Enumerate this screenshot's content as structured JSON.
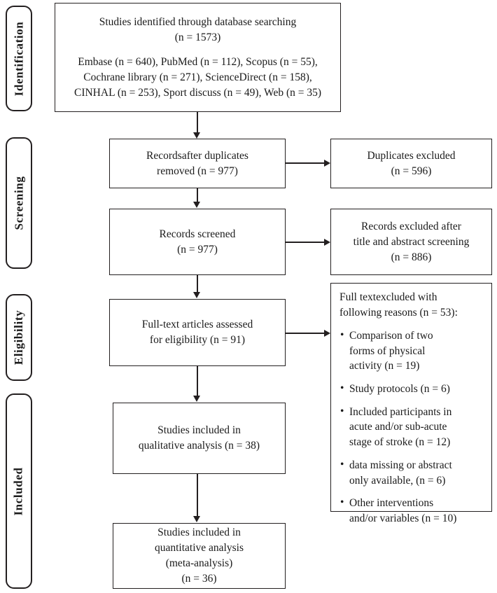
{
  "diagram": {
    "type": "prisma-flow-diagram",
    "title": "PRISMA Flow Diagram",
    "line_color": "#231f20",
    "background": "#ffffff"
  },
  "stages": [
    {
      "id": "identification",
      "label": "Identification"
    },
    {
      "id": "screening",
      "label": "Screening"
    },
    {
      "id": "eligibility",
      "label": "Eligibility"
    },
    {
      "id": "included",
      "label": "Included"
    }
  ],
  "boxes": {
    "identified": {
      "lines": [
        "Studies identified through database searching",
        "(n = 1573)"
      ],
      "sources_lines": [
        "Embase (n = 640), PubMed (n = 112), Scopus (n = 55),",
        "Cochrane library (n = 271), ScienceDirect (n = 158),",
        "CINHAL (n = 253), Sport discuss (n = 49), Web (n = 35)"
      ]
    },
    "duplicates_removed": {
      "lines": [
        "Recordsafter duplicates",
        "removed (n = 977)"
      ]
    },
    "duplicates_excluded": {
      "lines": [
        "Duplicates excluded",
        "(n = 596)"
      ]
    },
    "records_screened": {
      "lines": [
        "Records screened",
        "(n = 977)"
      ]
    },
    "records_excluded": {
      "lines": [
        "Records excluded after",
        "title and abstract screening",
        "(n = 886)"
      ]
    },
    "fulltext_assessed": {
      "lines": [
        "Full-text articles assessed",
        "for eligibility (n = 91)"
      ]
    },
    "fulltext_excluded": {
      "heading_lines": [
        "Full textexcluded with",
        "following reasons (n = 53):"
      ],
      "bullet": "•",
      "reasons": [
        {
          "lines": [
            "Comparison of two",
            "forms of physical",
            "activity (n = 19)"
          ]
        },
        {
          "lines": [
            "Study protocols (n = 6)"
          ]
        },
        {
          "lines": [
            "Included participants in",
            "acute and/or sub-acute",
            "stage of stroke (n = 12)"
          ]
        },
        {
          "lines": [
            "data missing or abstract",
            "only available, (n = 6)"
          ]
        },
        {
          "lines": [
            "Other interventions",
            "and/or variables (n = 10)"
          ]
        }
      ]
    },
    "qualitative": {
      "lines": [
        "Studies included in",
        "qualitative analysis (n = 38)"
      ]
    },
    "quantitative": {
      "lines": [
        "Studies included in",
        "quantitative analysis",
        "(meta-analysis)",
        "(n = 36)"
      ]
    }
  },
  "chart_data": {
    "type": "diagram",
    "title": "PRISMA study selection flow",
    "nodes": [
      {
        "id": "identified",
        "stage": "Identification",
        "label": "Studies identified through database searching",
        "n": 1573
      },
      {
        "id": "embase",
        "stage": "Identification",
        "label": "Embase",
        "n": 640
      },
      {
        "id": "pubmed",
        "stage": "Identification",
        "label": "PubMed",
        "n": 112
      },
      {
        "id": "scopus",
        "stage": "Identification",
        "label": "Scopus",
        "n": 55
      },
      {
        "id": "cochrane",
        "stage": "Identification",
        "label": "Cochrane library",
        "n": 271
      },
      {
        "id": "sciencedirect",
        "stage": "Identification",
        "label": "ScienceDirect",
        "n": 158
      },
      {
        "id": "cinhal",
        "stage": "Identification",
        "label": "CINHAL",
        "n": 253
      },
      {
        "id": "sportdiscuss",
        "stage": "Identification",
        "label": "Sport discuss",
        "n": 49
      },
      {
        "id": "web",
        "stage": "Identification",
        "label": "Web",
        "n": 35
      },
      {
        "id": "duplicates_removed",
        "stage": "Screening",
        "label": "Records after duplicates removed",
        "n": 977
      },
      {
        "id": "duplicates_excluded",
        "stage": "Screening",
        "label": "Duplicates excluded",
        "n": 596
      },
      {
        "id": "records_screened",
        "stage": "Screening",
        "label": "Records screened",
        "n": 977
      },
      {
        "id": "records_excluded",
        "stage": "Screening",
        "label": "Records excluded after title and abstract screening",
        "n": 886
      },
      {
        "id": "fulltext_assessed",
        "stage": "Eligibility",
        "label": "Full-text articles assessed for eligibility",
        "n": 91
      },
      {
        "id": "fulltext_excluded",
        "stage": "Eligibility",
        "label": "Full text excluded with following reasons",
        "n": 53
      },
      {
        "id": "reason_comparison",
        "stage": "Eligibility",
        "label": "Comparison of two forms of physical activity",
        "n": 19
      },
      {
        "id": "reason_protocols",
        "stage": "Eligibility",
        "label": "Study protocols",
        "n": 6
      },
      {
        "id": "reason_acute",
        "stage": "Eligibility",
        "label": "Included participants in acute and/or sub-acute stage of stroke",
        "n": 12
      },
      {
        "id": "reason_datamissing",
        "stage": "Eligibility",
        "label": "data missing or abstract only available",
        "n": 6
      },
      {
        "id": "reason_other",
        "stage": "Eligibility",
        "label": "Other interventions and/or variables",
        "n": 10
      },
      {
        "id": "qualitative",
        "stage": "Included",
        "label": "Studies included in qualitative analysis",
        "n": 38
      },
      {
        "id": "quantitative",
        "stage": "Included",
        "label": "Studies included in quantitative analysis (meta-analysis)",
        "n": 36
      }
    ],
    "edges": [
      {
        "from": "identified",
        "to": "duplicates_removed"
      },
      {
        "from": "duplicates_removed",
        "to": "duplicates_excluded"
      },
      {
        "from": "duplicates_removed",
        "to": "records_screened"
      },
      {
        "from": "records_screened",
        "to": "records_excluded"
      },
      {
        "from": "records_screened",
        "to": "fulltext_assessed"
      },
      {
        "from": "fulltext_assessed",
        "to": "fulltext_excluded"
      },
      {
        "from": "fulltext_assessed",
        "to": "qualitative"
      },
      {
        "from": "qualitative",
        "to": "quantitative"
      }
    ]
  }
}
